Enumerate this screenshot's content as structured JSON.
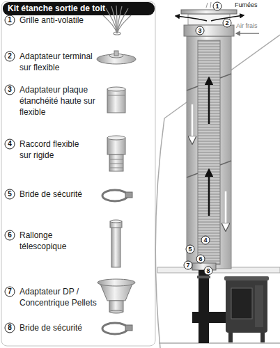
{
  "diagram": {
    "title": "Kit étanche sortie de toit",
    "labels": [
      "1",
      "Grille anti-volatile",
      "2",
      "Adaptateur terminal sur flexible",
      "3",
      "Adaptateur plaque étanchéité haute sur flexible",
      "4",
      "Raccord flexible sur rigide",
      "5",
      "Bride de sécurité",
      "6",
      "Rallonge télescopique",
      "7",
      "Adaptateur DP / Concentrique Pellets",
      "8",
      "Bride de sécurité",
      "Fumées",
      "Air frais",
      "1",
      "2",
      "3",
      "4",
      "5",
      "6",
      "7",
      "8"
    ]
  }
}
